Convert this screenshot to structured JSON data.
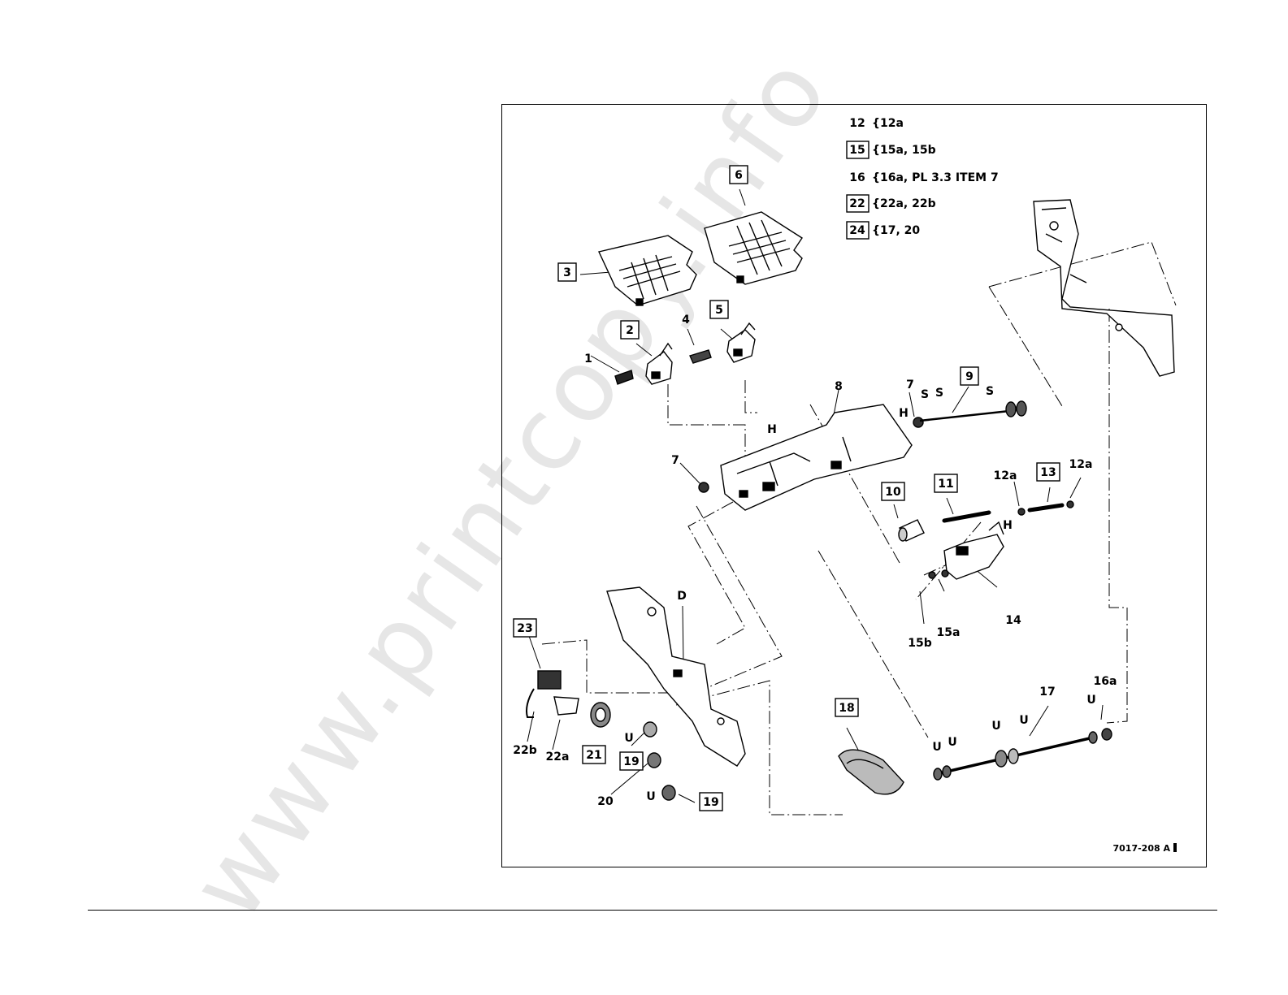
{
  "watermark": "www.printcopy.info",
  "legend": [
    {
      "key": "12",
      "boxed": false,
      "value": "{12a"
    },
    {
      "key": "15",
      "boxed": true,
      "value": "{15a, 15b"
    },
    {
      "key": "16",
      "boxed": false,
      "value": "{16a, PL 3.3 ITEM 7"
    },
    {
      "key": "22",
      "boxed": true,
      "value": "{22a, 22b"
    },
    {
      "key": "24",
      "boxed": true,
      "value": "{17, 20"
    }
  ],
  "callouts": [
    {
      "id": "c1",
      "text": "1",
      "boxed": false
    },
    {
      "id": "c2",
      "text": "2",
      "boxed": true
    },
    {
      "id": "c3",
      "text": "3",
      "boxed": true
    },
    {
      "id": "c4",
      "text": "4",
      "boxed": false
    },
    {
      "id": "c5",
      "text": "5",
      "boxed": true
    },
    {
      "id": "c6",
      "text": "6",
      "boxed": true
    },
    {
      "id": "c7a",
      "text": "7",
      "boxed": false
    },
    {
      "id": "c7b",
      "text": "7",
      "boxed": false
    },
    {
      "id": "c8",
      "text": "8",
      "boxed": false
    },
    {
      "id": "c9",
      "text": "9",
      "boxed": true
    },
    {
      "id": "cS1",
      "text": "S",
      "boxed": false
    },
    {
      "id": "cS2",
      "text": "S",
      "boxed": false
    },
    {
      "id": "cS3",
      "text": "S",
      "boxed": false
    },
    {
      "id": "cH1",
      "text": "H",
      "boxed": false
    },
    {
      "id": "cH2",
      "text": "H",
      "boxed": false
    },
    {
      "id": "cH3",
      "text": "H",
      "boxed": false
    },
    {
      "id": "c10",
      "text": "10",
      "boxed": true
    },
    {
      "id": "c11",
      "text": "11",
      "boxed": true
    },
    {
      "id": "c12a1",
      "text": "12a",
      "boxed": false
    },
    {
      "id": "c13",
      "text": "13",
      "boxed": true
    },
    {
      "id": "c12a2",
      "text": "12a",
      "boxed": false
    },
    {
      "id": "c14",
      "text": "14",
      "boxed": false
    },
    {
      "id": "c15a",
      "text": "15a",
      "boxed": false
    },
    {
      "id": "c15b",
      "text": "15b",
      "boxed": false
    },
    {
      "id": "cD",
      "text": "D",
      "boxed": false
    },
    {
      "id": "c23",
      "text": "23",
      "boxed": true
    },
    {
      "id": "c22b",
      "text": "22b",
      "boxed": false
    },
    {
      "id": "c22a",
      "text": "22a",
      "boxed": false
    },
    {
      "id": "c21",
      "text": "21",
      "boxed": true
    },
    {
      "id": "cU1",
      "text": "U",
      "boxed": false
    },
    {
      "id": "c19a",
      "text": "19",
      "boxed": true
    },
    {
      "id": "c20",
      "text": "20",
      "boxed": false
    },
    {
      "id": "cU2",
      "text": "U",
      "boxed": false
    },
    {
      "id": "c19b",
      "text": "19",
      "boxed": true
    },
    {
      "id": "c18",
      "text": "18",
      "boxed": true
    },
    {
      "id": "cU3",
      "text": "U",
      "boxed": false
    },
    {
      "id": "cU4",
      "text": "U",
      "boxed": false
    },
    {
      "id": "cU5",
      "text": "U",
      "boxed": false
    },
    {
      "id": "cU6",
      "text": "U",
      "boxed": false
    },
    {
      "id": "cU7",
      "text": "U",
      "boxed": false
    },
    {
      "id": "c17",
      "text": "17",
      "boxed": false
    },
    {
      "id": "c16a",
      "text": "16a",
      "boxed": false
    }
  ],
  "figure_id": "7017-208 A"
}
